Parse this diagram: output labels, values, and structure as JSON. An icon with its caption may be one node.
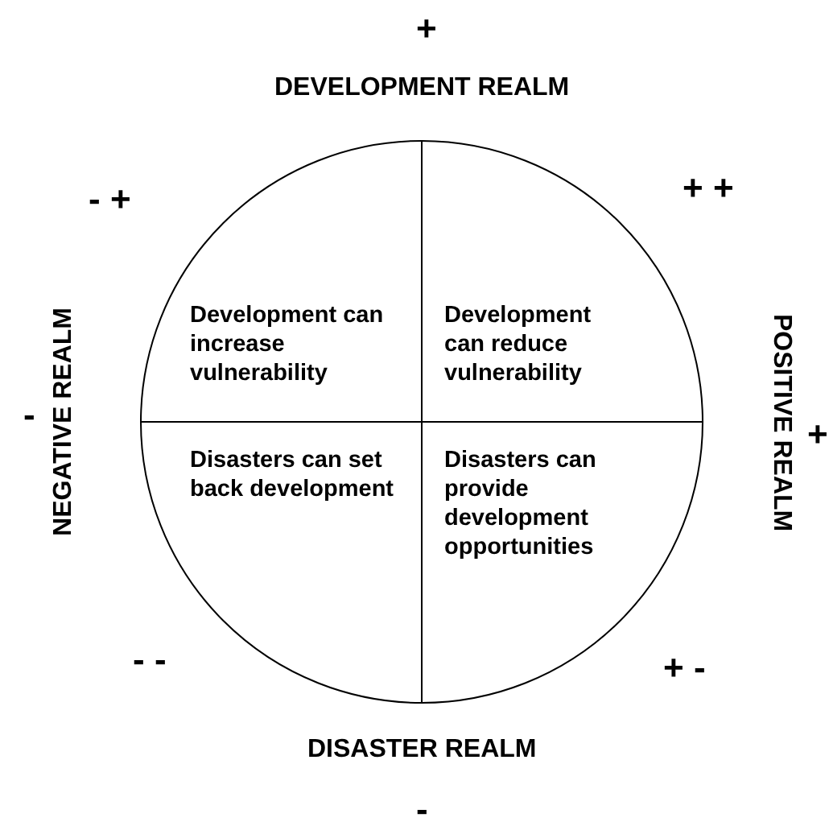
{
  "diagram": {
    "nodes": [
      {
        "text": [],
        "shape": "circle"
      },
      {
        "text": [
          "Development can increase vulnerability"
        ],
        "in": 0
      },
      {
        "text": [
          "Development can reduce vulnerability"
        ],
        "in": 0
      },
      {
        "text": [
          "Disasters can set back development"
        ],
        "in": 0
      },
      {
        "text": [
          "Disasters can provide development opportunities"
        ],
        "in": 0
      }
    ],
    "edges": [],
    "labels": [
      "+",
      "DEVELOPMENT REALM",
      "- +",
      "+ +",
      "NEGATIVE REALM",
      "-",
      "POSITIVE REALM",
      "+",
      "- -",
      "+ -",
      "DISASTER REALM",
      "-"
    ]
  }
}
